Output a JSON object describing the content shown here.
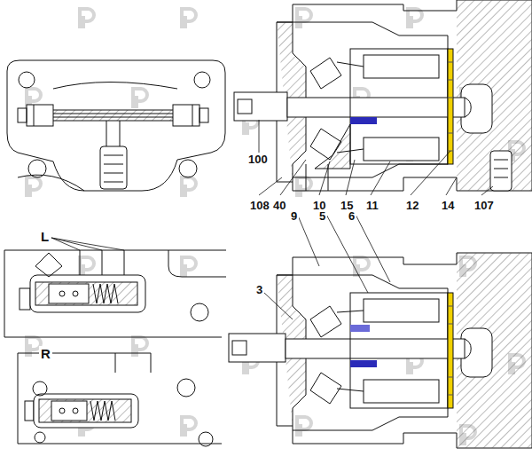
{
  "diagram": {
    "labels": [
      "100",
      "108",
      "40",
      "10",
      "15",
      "11",
      "12",
      "14",
      "107",
      "9",
      "5",
      "6",
      "3",
      "L",
      "R"
    ]
  }
}
